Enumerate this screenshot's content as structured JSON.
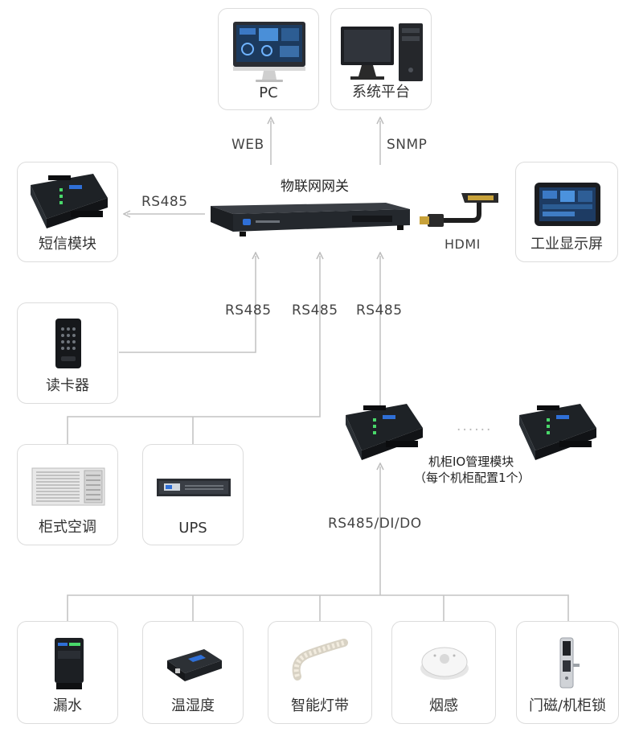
{
  "nodes": {
    "pc": "PC",
    "platform": "系统平台",
    "sms": "短信模块",
    "hmi": "工业显示屏",
    "card_reader": "读卡器",
    "ac": "柜式空调",
    "ups": "UPS",
    "leak": "漏水",
    "temp": "温湿度",
    "led": "智能灯带",
    "smoke": "烟感",
    "door": "门磁/机柜锁"
  },
  "gateway_title": "物联网网关",
  "io_module": {
    "title": "机柜IO管理模块",
    "note": "（每个机柜配置1个）",
    "dots": "......"
  },
  "links": {
    "web": "WEB",
    "snmp": "SNMP",
    "rs485_sms": "RS485",
    "hdmi": "HDMI",
    "rs485_a": "RS485",
    "rs485_b": "RS485",
    "rs485_c": "RS485",
    "rs485_di_do": "RS485/DI/DO"
  },
  "colors": {
    "line": "#bdbdbd",
    "device_dark": "#1e2226",
    "accent_blue": "#2f6fd6"
  }
}
